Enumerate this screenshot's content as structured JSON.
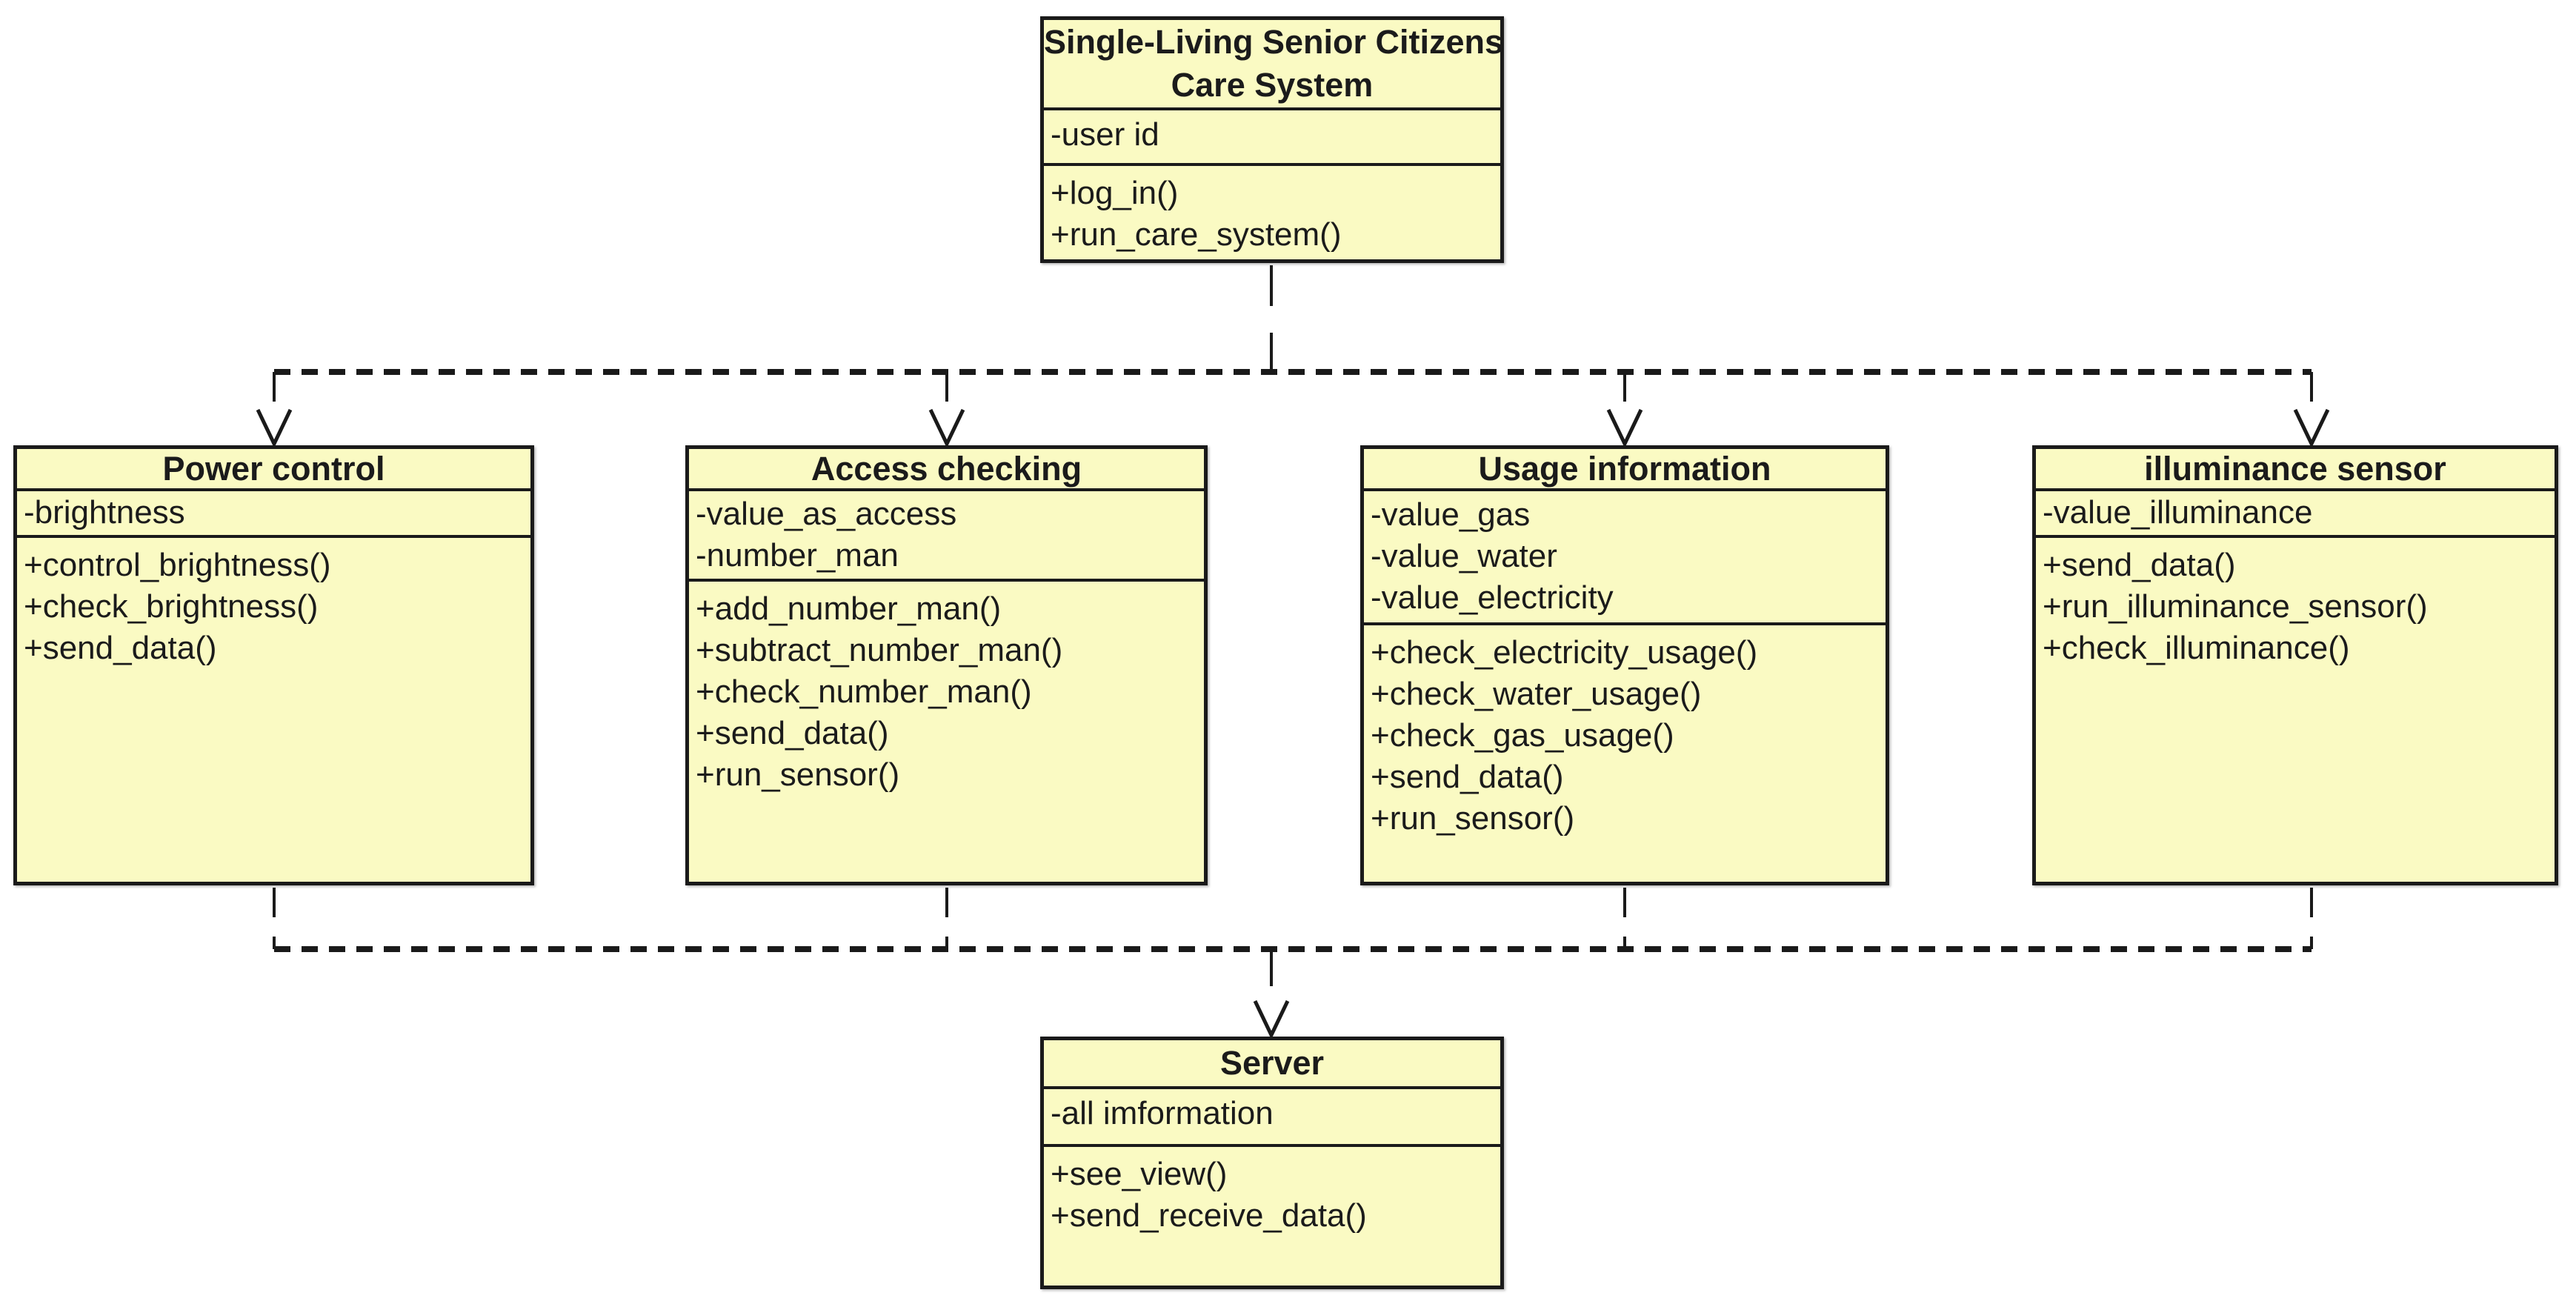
{
  "diagram": {
    "kind": "uml-class-diagram",
    "background_color": "#ffffff",
    "class_fill_color": "#FAFAC3",
    "line_color": "#1a1a1a",
    "classes": [
      {
        "id": "care-system",
        "name": "Single-Living Senior Citizens Care System",
        "name_lines": [
          "Single-Living Senior Citizens",
          "Care System"
        ],
        "attributes": [
          "-user id"
        ],
        "methods": [
          "+log_in()",
          "+run_care_system()"
        ]
      },
      {
        "id": "power-control",
        "name": "Power control",
        "name_lines": [
          "Power control"
        ],
        "attributes": [
          "-brightness"
        ],
        "methods": [
          "+control_brightness()",
          "+check_brightness()",
          "+send_data()"
        ]
      },
      {
        "id": "access-checking",
        "name": "Access checking",
        "name_lines": [
          "Access checking"
        ],
        "attributes": [
          "-value_as_access",
          "-number_man"
        ],
        "methods": [
          "+add_number_man()",
          "+subtract_number_man()",
          "+check_number_man()",
          "+send_data()",
          "+run_sensor()"
        ]
      },
      {
        "id": "usage-information",
        "name": "Usage information",
        "name_lines": [
          "Usage information"
        ],
        "attributes": [
          "-value_gas",
          "-value_water",
          "-value_electricity"
        ],
        "methods": [
          "+check_electricity_usage()",
          "+check_water_usage()",
          "+check_gas_usage()",
          "+send_data()",
          "+run_sensor()"
        ]
      },
      {
        "id": "illuminance-sensor",
        "name": "illuminance sensor",
        "name_lines": [
          "illuminance sensor"
        ],
        "attributes": [
          "-value_illuminance"
        ],
        "methods": [
          "+send_data()",
          "+run_illuminance_sensor()",
          "+check_illuminance()"
        ]
      },
      {
        "id": "server",
        "name": "Server",
        "name_lines": [
          "Server"
        ],
        "attributes": [
          "-all imformation"
        ],
        "methods": [
          "+see_view()",
          "+send_receive_data()"
        ]
      }
    ],
    "relations": [
      {
        "from": "care-system",
        "to": "power-control",
        "style": "dashed",
        "arrowhead": "open-v"
      },
      {
        "from": "care-system",
        "to": "access-checking",
        "style": "dashed",
        "arrowhead": "open-v"
      },
      {
        "from": "care-system",
        "to": "usage-information",
        "style": "dashed",
        "arrowhead": "open-v"
      },
      {
        "from": "care-system",
        "to": "illuminance-sensor",
        "style": "dashed",
        "arrowhead": "open-v"
      },
      {
        "from": "power-control",
        "to": "server",
        "style": "dashed",
        "arrowhead": "open-v"
      },
      {
        "from": "access-checking",
        "to": "server",
        "style": "dashed",
        "arrowhead": "open-v"
      },
      {
        "from": "usage-information",
        "to": "server",
        "style": "dashed",
        "arrowhead": "open-v"
      },
      {
        "from": "illuminance-sensor",
        "to": "server",
        "style": "dashed",
        "arrowhead": "open-v"
      }
    ]
  }
}
